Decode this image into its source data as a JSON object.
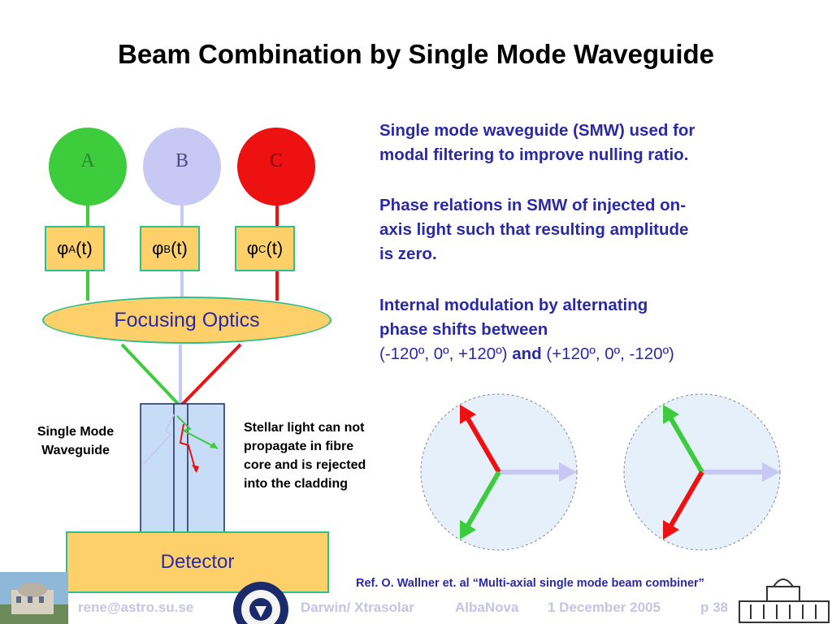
{
  "title": "Beam Combination by Single Mode Waveguide",
  "paragraphs": {
    "p1_line1": "Single mode waveguide (SMW) used for",
    "p1_line2": "modal filtering to  improve nulling ratio.",
    "p2_line1": "Phase relations in SMW of injected on-",
    "p2_line2": "axis light such that resulting amplitude",
    "p2_line3": "is zero.",
    "p3_line1": "Internal modulation by alternating",
    "p3_line2": "phase shifts between",
    "p3_set1": "(-120º, 0º, +120º)",
    "p3_and": "and",
    "p3_set2": "(+120º, 0º, -120º)"
  },
  "telescopes": [
    {
      "label": "A",
      "phase_symbol": "φ",
      "phase_sub": "A",
      "phase_arg": "(t)",
      "color": "#3ccc3c"
    },
    {
      "label": "B",
      "phase_symbol": "φ",
      "phase_sub": "B",
      "phase_arg": "(t)",
      "color": "#c8c8f4"
    },
    {
      "label": "C",
      "phase_symbol": "φ",
      "phase_sub": "C",
      "phase_arg": "(t)",
      "color": "#ee1111"
    }
  ],
  "focusing_optics": "Focusing Optics",
  "detector": "Detector",
  "waveguide_label_line1": "Single Mode",
  "waveguide_label_line2": "Waveguide",
  "stellar_note": {
    "line1": "Stellar light can not",
    "line2": "propagate in fibre",
    "line3": "core and is rejected",
    "line4": "into the cladding"
  },
  "reference": "Ref. O. Wallner et. al “Multi-axial single mode beam combiner”",
  "footer": {
    "email": "rene@astro.su.se",
    "event": "Darwin/ Xtrasolar",
    "venue": "AlbaNova",
    "date": "1 December 2005",
    "page": "p  38"
  },
  "colors": {
    "text_blue": "#2a2aa8",
    "orange_fill": "#fdd06a",
    "teal_border": "#2fbf8a",
    "green": "#3ccc3c",
    "lavender": "#c8c8f4",
    "red": "#ee1111",
    "phasor_bg": "#e6f0fb"
  }
}
